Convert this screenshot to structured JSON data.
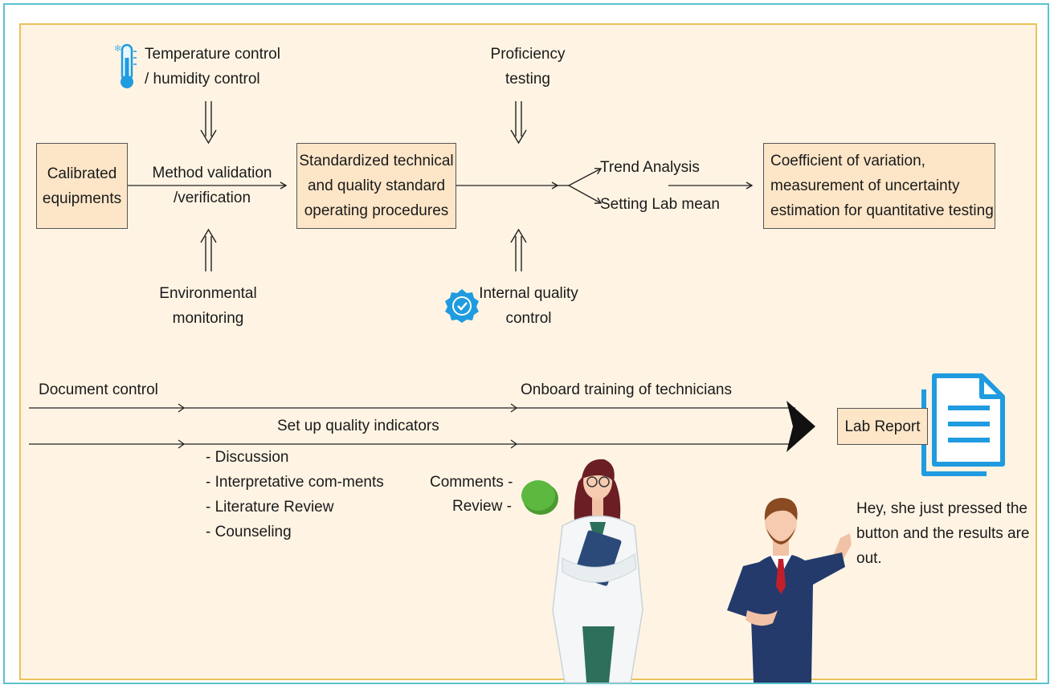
{
  "nodes": {
    "temperature": "Temperature control\n/ humidity control",
    "proficiency": "Proficiency\ntesting",
    "calibrated": "Calibrated\nequipments",
    "method_validation": "Method validation\n/verification",
    "sop": "Standardized technical\nand quality standard\noperating procedures",
    "trend_analysis": "Trend Analysis",
    "setting_lab_mean": "Setting Lab mean",
    "coefficient": "Coefficient of variation,\nmeasurement of uncertainty\nestimation for quantitative testing",
    "environmental": "Environmental\nmonitoring",
    "internal_qc": "Internal quality\ncontrol",
    "document_control": "Document control",
    "onboard_training": "Onboard training of technicians",
    "quality_indicators": "Set up quality indicators",
    "lab_report": "Lab Report",
    "bullets": [
      "- Discussion",
      "- Interpretative com-ments",
      "- Literature Review",
      "- Counseling"
    ],
    "comments": "Comments -",
    "review": "Review -",
    "speech": "Hey, she just pressed the\nbutton and the results are\nout."
  },
  "icons": {
    "thermometer": "thermometer-icon",
    "badge": "verified-badge-icon",
    "document": "document-icon",
    "green_button": "green-button-icon"
  },
  "colors": {
    "outer_border": "#5bc3cc",
    "panel_border": "#e9c25a",
    "panel_bg": "#fff4e4",
    "box_fill": "#fde6c8",
    "accent_blue": "#1f9be0",
    "button_green": "#5cb83f"
  }
}
